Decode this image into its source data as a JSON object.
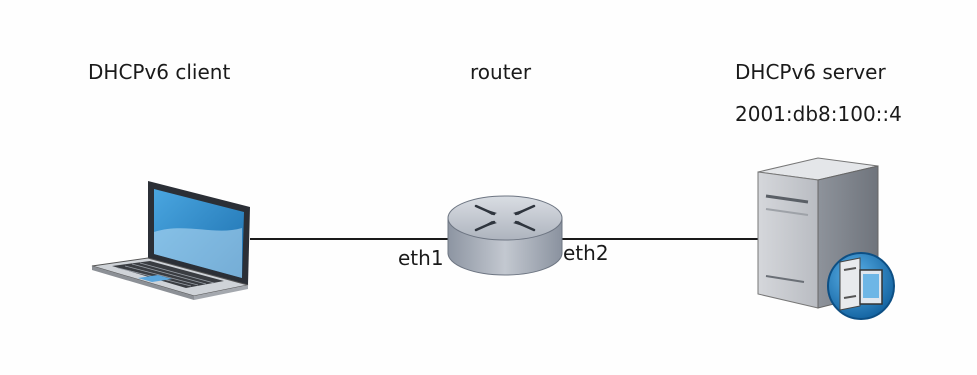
{
  "nodes": {
    "client": {
      "label": "DHCPv6 client",
      "icon": "laptop-icon"
    },
    "router": {
      "label": "router",
      "icon": "router-icon",
      "iface_left": "eth1",
      "iface_right": "eth2"
    },
    "server": {
      "label": "DHCPv6 server",
      "address": "2001:db8:100::4",
      "icon": "server-icon"
    }
  },
  "colors": {
    "link": "#1a1a1a",
    "screen": "#2a86c7",
    "router_body": "#b9bfc9",
    "server_body": "#c7c9cd",
    "badge": "#1f7fc4"
  }
}
